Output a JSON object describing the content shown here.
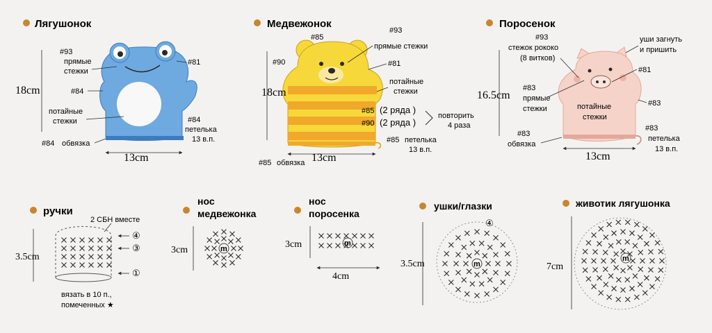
{
  "colors": {
    "bullet": "#c8862e",
    "frog": "#6eaadf",
    "frog_dark": "#3d7bbf",
    "bear": "#f7d83a",
    "bear_stripe": "#f0a92a",
    "pig": "#f6d3c8",
    "pig_dark": "#e3a898",
    "ink": "#2a2a2a"
  },
  "frog": {
    "title": "Лягушонок",
    "l93": "#93",
    "straight": "прямые",
    "stitches": "стежки",
    "l81": "#81",
    "height": "18cm",
    "l84": "#84",
    "hidden": "потайные",
    "hidden2": "стежки",
    "l84b": "#84",
    "loop": "петелька",
    "loop2": "13 в.п.",
    "l84c": "#84",
    "binding": "обвязка",
    "width": "13cm"
  },
  "bear": {
    "title": "Медвежонок",
    "l85": "#85",
    "l93": "#93",
    "straight": "прямые стежки",
    "l90": "#90",
    "l81": "#81",
    "height": "18cm",
    "hidden": "потайные",
    "hidden2": "стежки",
    "r85": "#85",
    "rows1": "(2 ряда )",
    "r90": "#90",
    "rows2": "(2 ряда )",
    "repeat": "повторить",
    "repeat2": "4 раза",
    "l85b": "#85",
    "loop": "петелька",
    "loop2": "13 в.п.",
    "width": "13cm",
    "l85c": "#85",
    "binding": "обвязка"
  },
  "pig": {
    "title": "Поросенок",
    "l93": "#93",
    "rococo": "стежок рококо",
    "turns": "(8 витков)",
    "ears": "уши загнуть",
    "ears2": "и пришить",
    "height": "16.5cm",
    "l81": "#81",
    "l83": "#83",
    "straight": "прямые",
    "stitches": "стежки",
    "hidden": "потайные",
    "hidden2": "стежки",
    "l83b": "#83",
    "l83c": "#83",
    "binding": "обвязка",
    "l83d": "#83",
    "loop": "петелька",
    "loop2": "13 в.п.",
    "width": "13cm"
  },
  "hands": {
    "title": "ручки",
    "sbn": "2 СБН вместе",
    "height": "3.5cm",
    "knit": "вязать в 10 п.,",
    "marked": "помеченных ★",
    "r4": "④",
    "r3": "③",
    "r1": "①"
  },
  "bearnose": {
    "title1": "нос",
    "title2": "медвежонка",
    "height": "3cm",
    "m": "m"
  },
  "pignose": {
    "title1": "нос",
    "title2": "поросенка",
    "height": "3cm",
    "width": "4cm",
    "m": "m"
  },
  "ears": {
    "title": "ушки/глазки",
    "height": "3.5cm",
    "m": "m",
    "r4": "④"
  },
  "belly": {
    "title": "животик лягушонка",
    "height": "7cm",
    "m": "m"
  }
}
